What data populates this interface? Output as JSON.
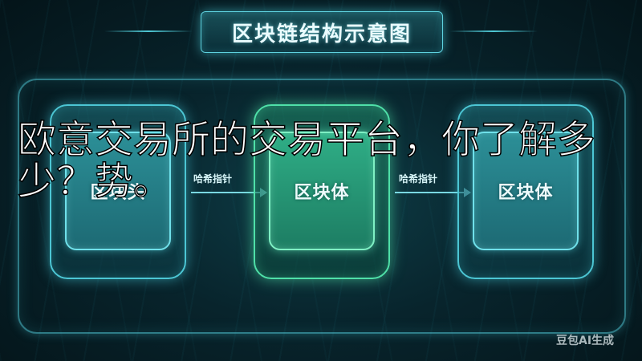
{
  "diagram": {
    "title": "区块链结构示意图",
    "blocks": [
      {
        "label": "区块头"
      },
      {
        "label": "区块体"
      },
      {
        "label": "区块体"
      }
    ],
    "links": [
      {
        "label": "哈希指针"
      },
      {
        "label": "哈希指针"
      }
    ]
  },
  "overlay_text": "欧意交易所的交易平台，你了解多少？势。",
  "watermark": "豆包AI生成",
  "colors": {
    "background": "#08242c",
    "accent": "#4cc6d4",
    "highlight": "#4fe0a8"
  }
}
